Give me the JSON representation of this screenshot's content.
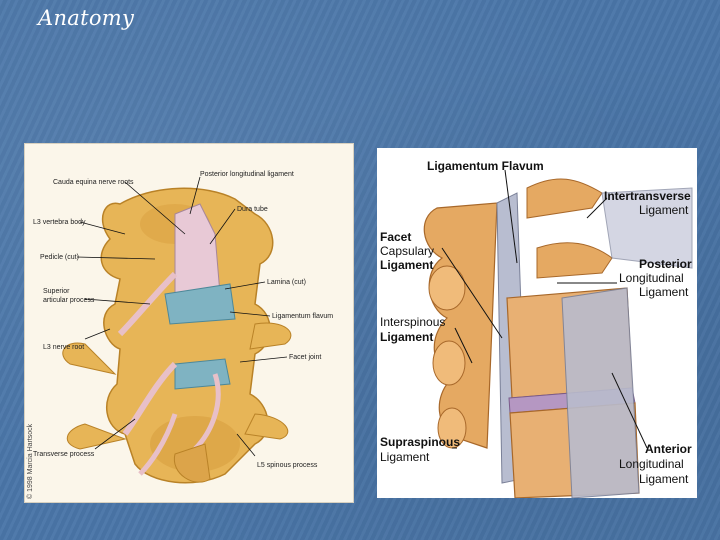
{
  "slide": {
    "title": "Anatomy"
  },
  "left_figure": {
    "labels": {
      "cauda_equina": "Cauda equina nerve roots",
      "posterior_longitudinal": "Posterior longitudinal ligament",
      "l3_vertebra_body": "L3 vertebra body",
      "dura_tube": "Dura tube",
      "pedicle": "Pedicle (cut)",
      "superior_articular_1": "Superior",
      "superior_articular_2": "articular process",
      "lamina": "Lamina (cut)",
      "ligamentum_flavum": "Ligamentum flavum",
      "l3_nerve_root": "L3 nerve root",
      "facet_joint": "Facet joint",
      "transverse_process": "Transverse process",
      "l5_spinous_process": "L5 spinous process"
    },
    "copyright": "© 1998 Marcia Hartsock"
  },
  "right_figure": {
    "labels": {
      "ligamentum_flavum": "Ligamentum Flavum",
      "intertransverse_1": "Intertransverse",
      "intertransverse_2": "Ligament",
      "facet_1": "Facet",
      "facet_2": "Capsulary",
      "facet_3": "Ligament",
      "posterior_1": "Posterior",
      "posterior_2": "Longitudinal",
      "posterior_3": "Ligament",
      "interspinous_1": "Interspinous",
      "interspinous_2": "Ligament",
      "supraspinous_1": "Supraspinous",
      "supraspinous_2": "Ligament",
      "anterior_1": "Anterior",
      "anterior_2": "Longitudinal",
      "anterior_3": "Ligament"
    }
  }
}
